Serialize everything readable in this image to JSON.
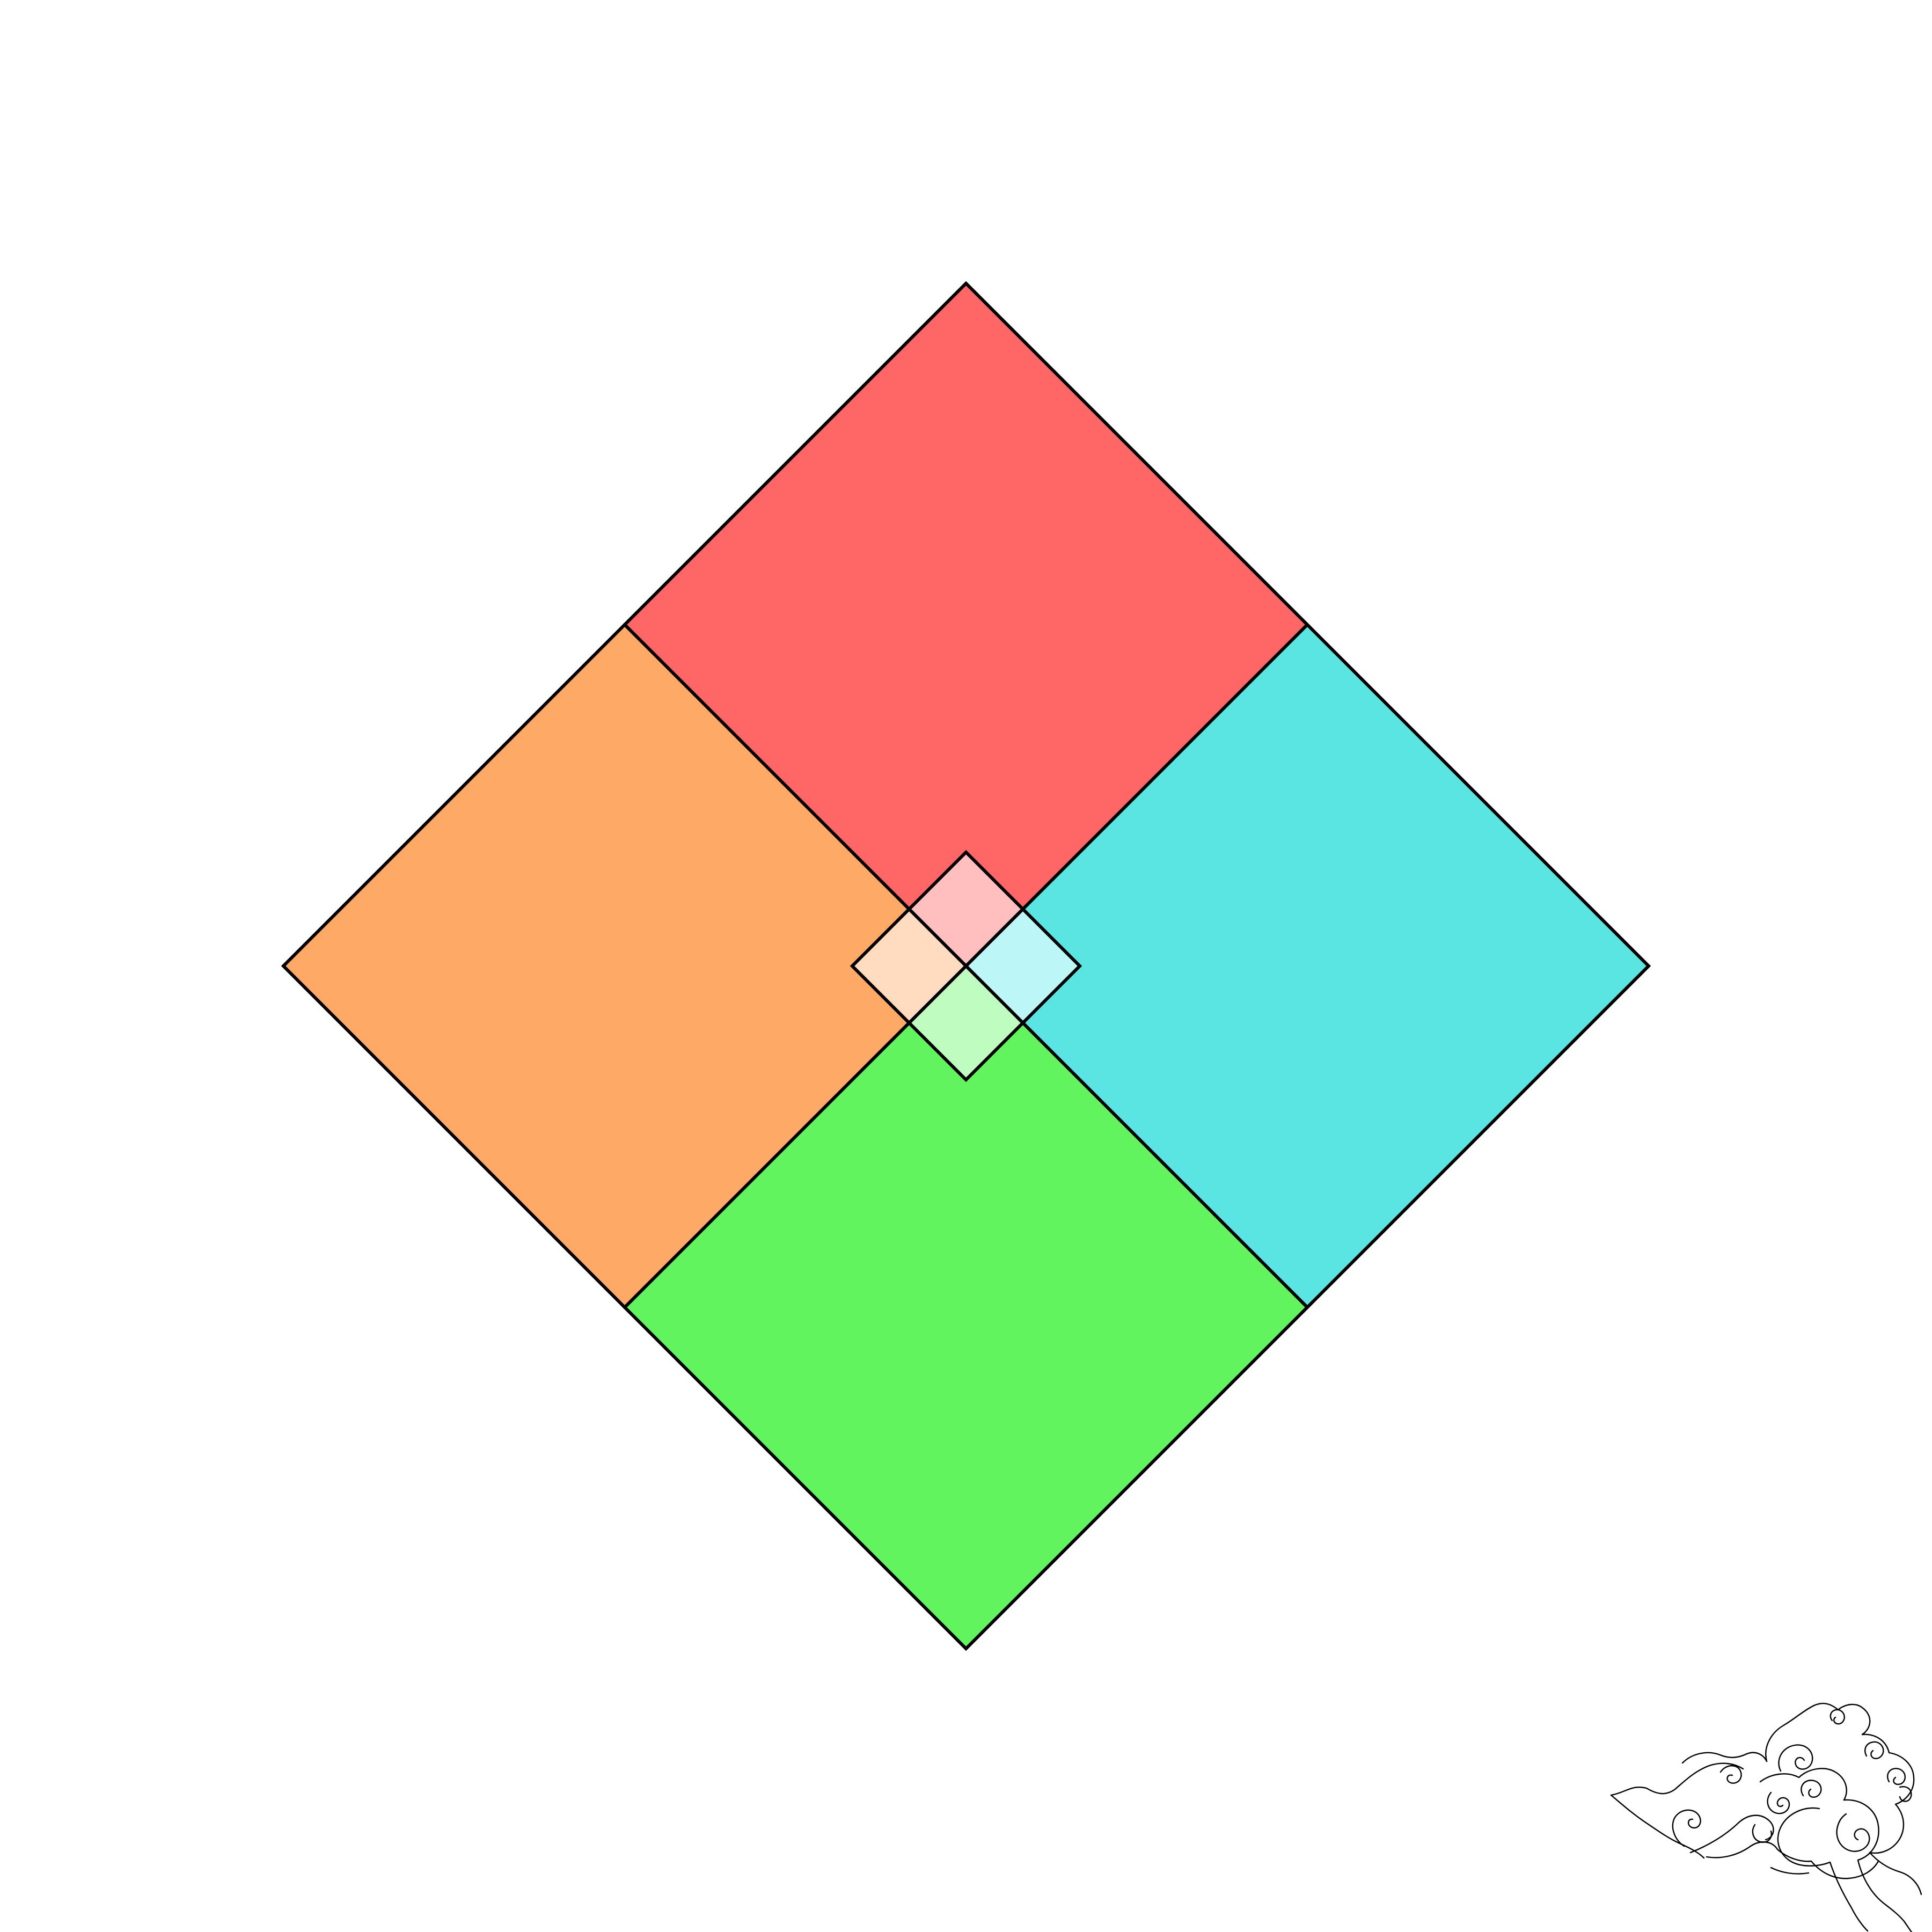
{
  "diagram": {
    "type": "diamond-quadrants",
    "background_color": "#ffffff",
    "outline_color": "#000000",
    "outer_quadrants": [
      {
        "name": "top",
        "color": "#ff6666"
      },
      {
        "name": "right",
        "color": "#5ae4e2"
      },
      {
        "name": "bottom",
        "color": "#61f45f"
      },
      {
        "name": "left",
        "color": "#ffa966"
      }
    ],
    "inner_quadrants": [
      {
        "name": "top",
        "color": "#ffbfbf"
      },
      {
        "name": "right",
        "color": "#bdf6f6"
      },
      {
        "name": "bottom",
        "color": "#bffcbf"
      },
      {
        "name": "left",
        "color": "#ffdbbf"
      }
    ]
  },
  "decoration": {
    "icon": "cloud-swirl-icon"
  }
}
